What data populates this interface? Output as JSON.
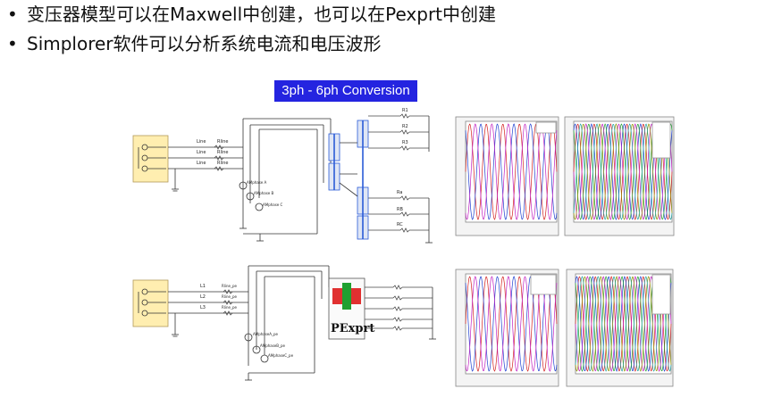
{
  "bullets": [
    "变压器模型可以在Maxwell中创建，也可以在Pexprt中创建",
    "Simplorer软件可以分析系统电流和电压波形"
  ],
  "banner": "3ph - 6ph Conversion",
  "component_labels": {
    "line": "Line",
    "rline": "Rline",
    "a_phase": "AMphase A",
    "b_phase": "AMphase B",
    "c_phase": "AMphase C",
    "r1": "R1",
    "r2": "R2",
    "r3": "R3",
    "ra": "Ra",
    "rb": "RB",
    "rc": "RC",
    "l1": "L1",
    "l2": "L2",
    "l3": "L3",
    "rline_pe": "Rline_pe",
    "a_phase_pe": "AMphaseA_pe",
    "b_phase_pe": "AMphaseB_pe",
    "c_phase_pe": "AMphaseC_pe",
    "pexprt_block": "PExprt"
  },
  "colors": {
    "banner_bg": "#2424e0",
    "source_box": "#ffeeb0",
    "transformer": "#2a5bd7",
    "wave_red": "#d22020",
    "wave_blue": "#2040d0",
    "wave_green": "#20a030",
    "wave_magenta": "#c020c0",
    "wave_olive": "#909000",
    "wave_teal": "#20a0a0"
  },
  "icons": [
    "sine-source-icon",
    "ammeter-icon",
    "resistor-icon",
    "transformer-icon",
    "ground-icon"
  ]
}
